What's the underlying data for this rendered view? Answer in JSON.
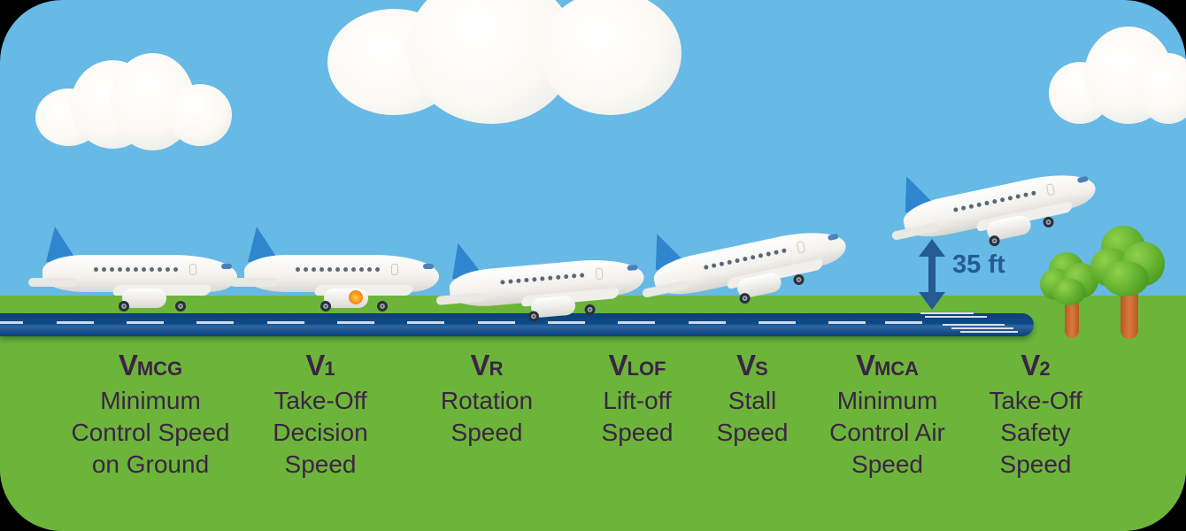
{
  "colors": {
    "sky": "#67b9e6",
    "grass": "#6cb53a",
    "runway": "#0f4a86",
    "text": "#3c2444",
    "height_marker": "#245b92",
    "tail": "#2f86cf"
  },
  "height_marker": {
    "label": "35 ft",
    "icon": "double-arrow-vertical-icon"
  },
  "speeds": [
    {
      "symbol": "V",
      "sub": "MCG",
      "description": "Minimum\nControl Speed\non Ground"
    },
    {
      "symbol": "V",
      "sub": "1",
      "description": "Take-Off\nDecision\nSpeed"
    },
    {
      "symbol": "V",
      "sub": "R",
      "description": "Rotation\nSpeed"
    },
    {
      "symbol": "V",
      "sub": "LOF",
      "description": "Lift-off\nSpeed"
    },
    {
      "symbol": "V",
      "sub": "S",
      "description": "Stall\nSpeed"
    },
    {
      "symbol": "V",
      "sub": "MCA",
      "description": "Minimum\nControl Air\nSpeed"
    },
    {
      "symbol": "V",
      "sub": "2",
      "description": "Take-Off\nSafety\nSpeed"
    }
  ],
  "illustration": {
    "planes": [
      "plane-taxi",
      "plane-engine-failure",
      "plane-rotation",
      "plane-liftoff",
      "plane-climb"
    ],
    "clouds": 3,
    "trees": 2
  }
}
